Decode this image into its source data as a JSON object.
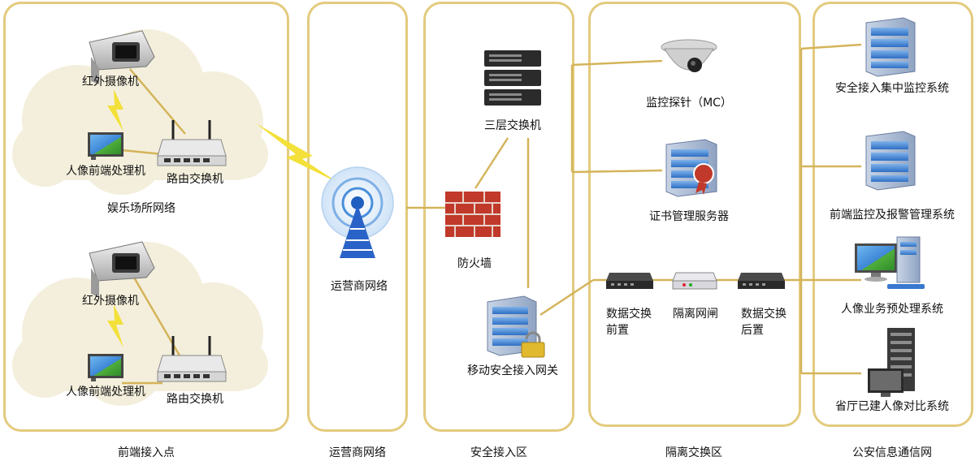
{
  "zones": {
    "frontend": "前端接入点",
    "carrier": "运营商网络",
    "security": "安全接入区",
    "isolation": "隔离交换区",
    "police": "公安信息通信网"
  },
  "frontend": {
    "cloud_label": "娱乐场所网络",
    "ir_camera_1": "红外摄像机",
    "face_proc_1": "人像前端处理机",
    "router_1": "路由交换机",
    "ir_camera_2": "红外摄像机",
    "face_proc_2": "人像前端处理机",
    "router_2": "路由交换机"
  },
  "carrier": {
    "tower": "运营商网络"
  },
  "security": {
    "l3switch": "三层交换机",
    "firewall": "防火墙",
    "gateway": "移动安全接入网关"
  },
  "isolation": {
    "mc": "监控探针（MC）",
    "cert": "证书管理服务器",
    "ex_front_1": "数据交换",
    "ex_front_2": "前置",
    "gap": "隔离网闸",
    "ex_back_1": "数据交换",
    "ex_back_2": "后置"
  },
  "police": {
    "central": "安全接入集中监控系统",
    "alarm": "前端监控及报警管理系统",
    "face_pre": "人像业务预处理系统",
    "compare": "省厅已建人像对比系统"
  },
  "colors": {
    "zone_border": "#e3cb7e",
    "link": "#d4b45a",
    "cloud": "#f4efdc",
    "bolt": "#f3e03a"
  }
}
